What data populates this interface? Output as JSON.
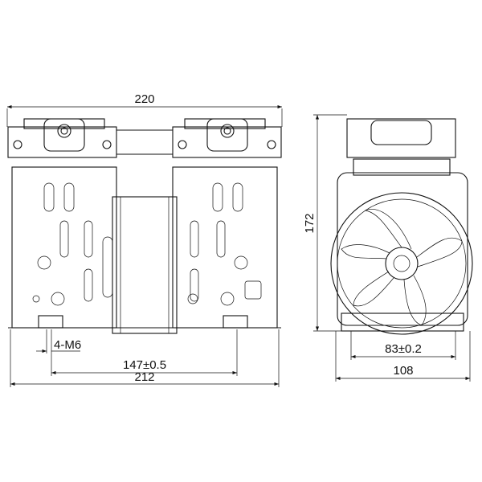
{
  "dimensions": {
    "overall_width_top": "220",
    "overall_width_bottom": "212",
    "mount_spacing_front": "147±0.5",
    "mount_holes": "4-M6",
    "height": "172",
    "mount_spacing_side": "83±0.2",
    "side_width": "108"
  }
}
